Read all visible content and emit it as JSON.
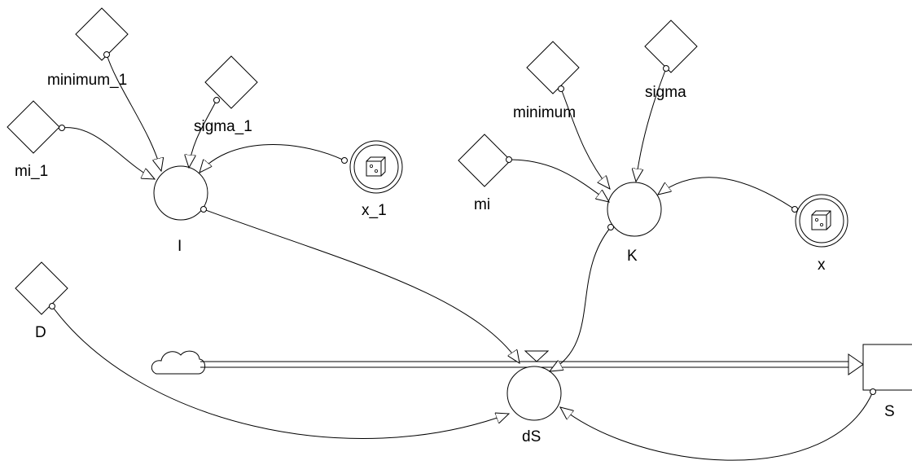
{
  "diagram": {
    "constants": {
      "minimum_1": "minimum_1",
      "sigma_1": "sigma_1",
      "mi_1": "mi_1",
      "minimum": "minimum",
      "sigma": "sigma",
      "mi": "mi",
      "D": "D"
    },
    "random_variables": {
      "x_1": "x_1",
      "x": "x"
    },
    "auxiliaries": {
      "I": "I",
      "K": "K"
    },
    "flow": {
      "label": "dS"
    },
    "stock": {
      "label": "S"
    }
  },
  "colors": {
    "line": "#000000",
    "fill": "#ffffff"
  }
}
